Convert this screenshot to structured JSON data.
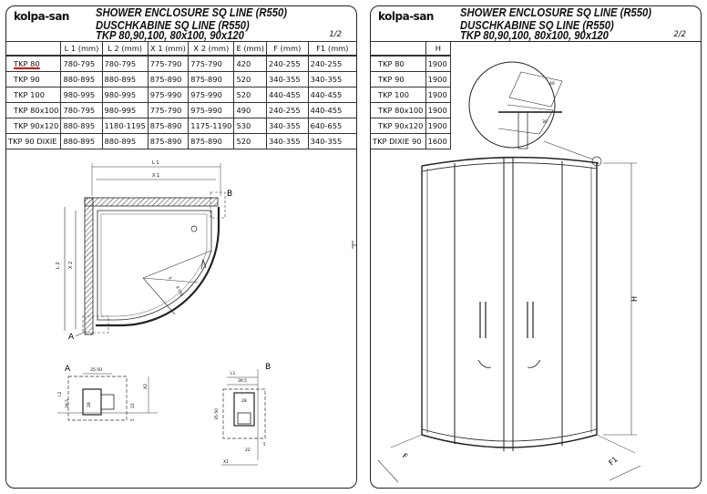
{
  "logo": "kolpa-san",
  "title_en": "SHOWER ENCLOSURE SQ LINE (R550)",
  "title_de": "DUSCHKABINE  SQ LINE (R550)",
  "models": "TKP 80,90,100, 80x100, 90x120",
  "page1": {
    "page_number": "1/2",
    "table": {
      "headers": [
        "",
        "L 1  (mm)",
        "L 2  (mm)",
        "X 1  (mm)",
        "X 2  (mm)",
        "E (mm)",
        "F (mm)",
        "F1 (mm)"
      ],
      "rows": [
        [
          "TKP 80",
          "780-795",
          "780-795",
          "775-790",
          "775-790",
          "420",
          "240-255",
          "240-255"
        ],
        [
          "TKP 90",
          "880-895",
          "880-895",
          "875-890",
          "875-890",
          "520",
          "340-355",
          "340-355"
        ],
        [
          "TKP 100",
          "980-995",
          "980-995",
          "975-990",
          "975-990",
          "520",
          "440-455",
          "440-455"
        ],
        [
          "TKP 80x100",
          "780-795",
          "980-995",
          "775-790",
          "975-990",
          "490",
          "240-255",
          "440-455"
        ],
        [
          "TKP 90x120",
          "880-895",
          "1180-1195",
          "875-890",
          "1175-1190",
          "530",
          "340-355",
          "640-655"
        ],
        [
          "TKP 90 DIXIE",
          "880-895",
          "880-895",
          "875-890",
          "875-890",
          "520",
          "340-355",
          "340-355"
        ]
      ]
    },
    "plan_labels": {
      "l1": "L 1",
      "x1": "X 1",
      "l2": "L 2",
      "x2": "X 2",
      "a": "A",
      "b": "B",
      "e": "E",
      "r": "R 550"
    },
    "detail_a": {
      "title": "A",
      "w": "35-50",
      "l2": "L2",
      "h": "39,5",
      "in": "28",
      "s": "22",
      "x2": "X2",
      "t": "5"
    },
    "detail_b": {
      "title": "B",
      "l1": "L1",
      "w": "39,5",
      "in": "28",
      "h": "35-50",
      "s": "22",
      "t": "5",
      "x1": "X1"
    }
  },
  "page2": {
    "page_number": "2/2",
    "table": {
      "headers": [
        "",
        "H"
      ],
      "rows": [
        [
          "TKP 80",
          "1900"
        ],
        [
          "TKP 90",
          "1900"
        ],
        [
          "TKP 100",
          "1900"
        ],
        [
          "TKP 80x100",
          "1900"
        ],
        [
          "TKP 90x120",
          "1900"
        ],
        [
          "TKP DIXIE 90",
          "1600"
        ]
      ]
    },
    "labels": {
      "h": "H",
      "f": "F",
      "f1": "F1",
      "d40": "40",
      "d30": "30"
    }
  }
}
